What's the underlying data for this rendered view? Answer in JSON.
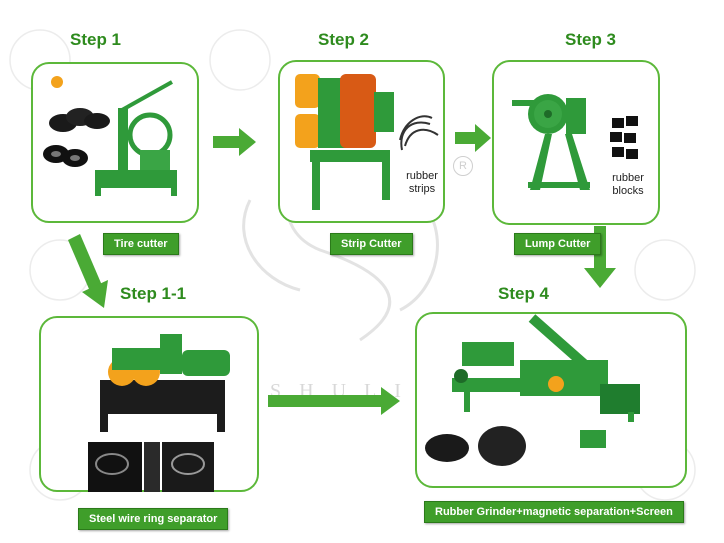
{
  "steps": {
    "step1": "Step 1",
    "step2": "Step 2",
    "step3": "Step 3",
    "step1_1": "Step 1-1",
    "step4": "Step 4"
  },
  "machines": {
    "tire_cutter": "Tire cutter",
    "strip_cutter": "Strip Cutter",
    "lump_cutter": "Lump Cutter",
    "steel_separator": "Steel wire ring separator",
    "grinder": "Rubber Grinder+magnetic separation+Screen"
  },
  "annotations": {
    "rubber_strips_line1": "rubber",
    "rubber_strips_line2": "strips",
    "rubber_blocks_line1": "rubber",
    "rubber_blocks_line2": "blocks"
  },
  "watermark": {
    "logo_text": "SHULIY",
    "registered": "R"
  },
  "colors": {
    "accent_green": "#3f9e2a",
    "border_green": "#5cb83a",
    "title_green": "#2e8b1e",
    "machine_green": "#2f9a3a",
    "machine_orange": "#f3a21c"
  }
}
